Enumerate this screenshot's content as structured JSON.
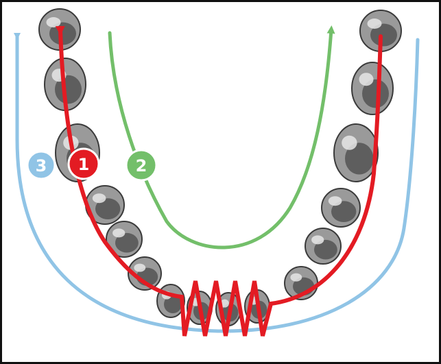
{
  "paths": [
    {
      "id": "path-1",
      "label": "1",
      "color": "#e31b23"
    },
    {
      "id": "path-2",
      "label": "2",
      "color": "#73bf6a"
    },
    {
      "id": "path-3",
      "label": "3",
      "color": "#90c4e6"
    }
  ],
  "colors": {
    "tooth_fill": "#9a9a9a",
    "tooth_shade": "#5e5e5e",
    "tooth_highlight": "#e6e6e6",
    "tooth_outline": "#3a3a3a",
    "frame": "#111111",
    "background": "#ffffff"
  }
}
